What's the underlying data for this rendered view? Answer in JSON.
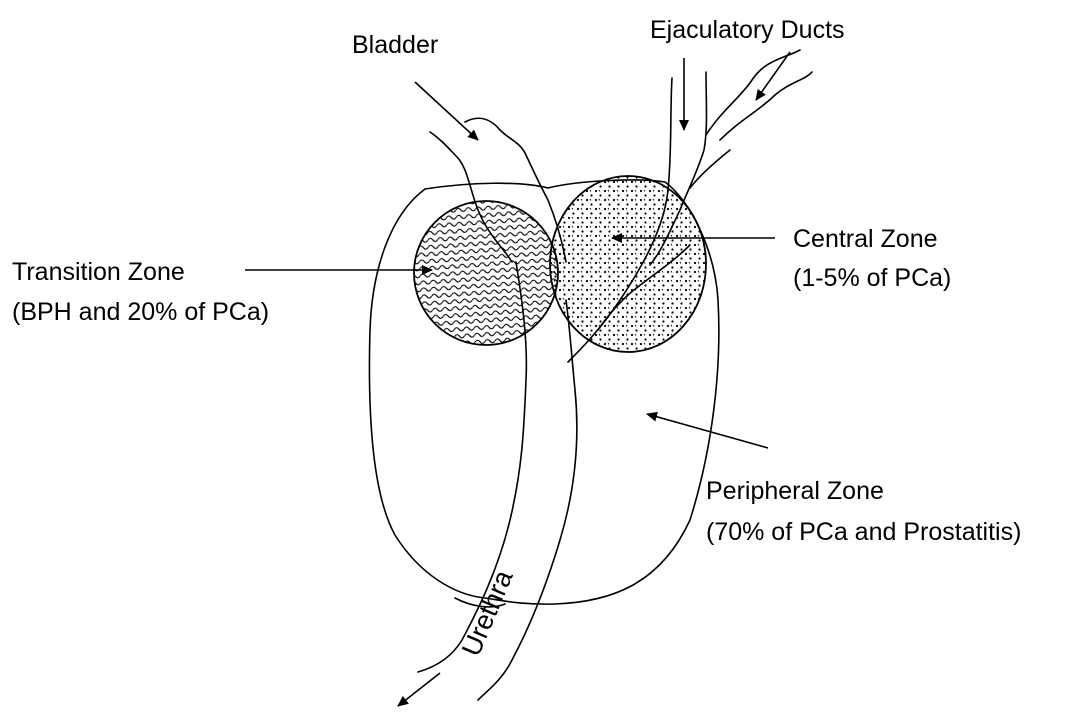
{
  "labels": {
    "bladder": "Bladder",
    "ejaculatory_ducts": "Ejaculatory Ducts",
    "central_zone": "Central Zone",
    "central_zone_note": "(1-5% of PCa)",
    "transition_zone": "Transition Zone",
    "transition_zone_note": "(BPH and 20% of PCa)",
    "peripheral_zone": "Peripheral Zone",
    "peripheral_zone_note": "(70% of PCa and Prostatitis)",
    "urethra": "Urethra"
  },
  "colors": {
    "ink": "#000000",
    "background": "#ffffff"
  },
  "patterns": {
    "transition_zone": "wavy-hatch",
    "central_zone": "dotted-stipple"
  }
}
